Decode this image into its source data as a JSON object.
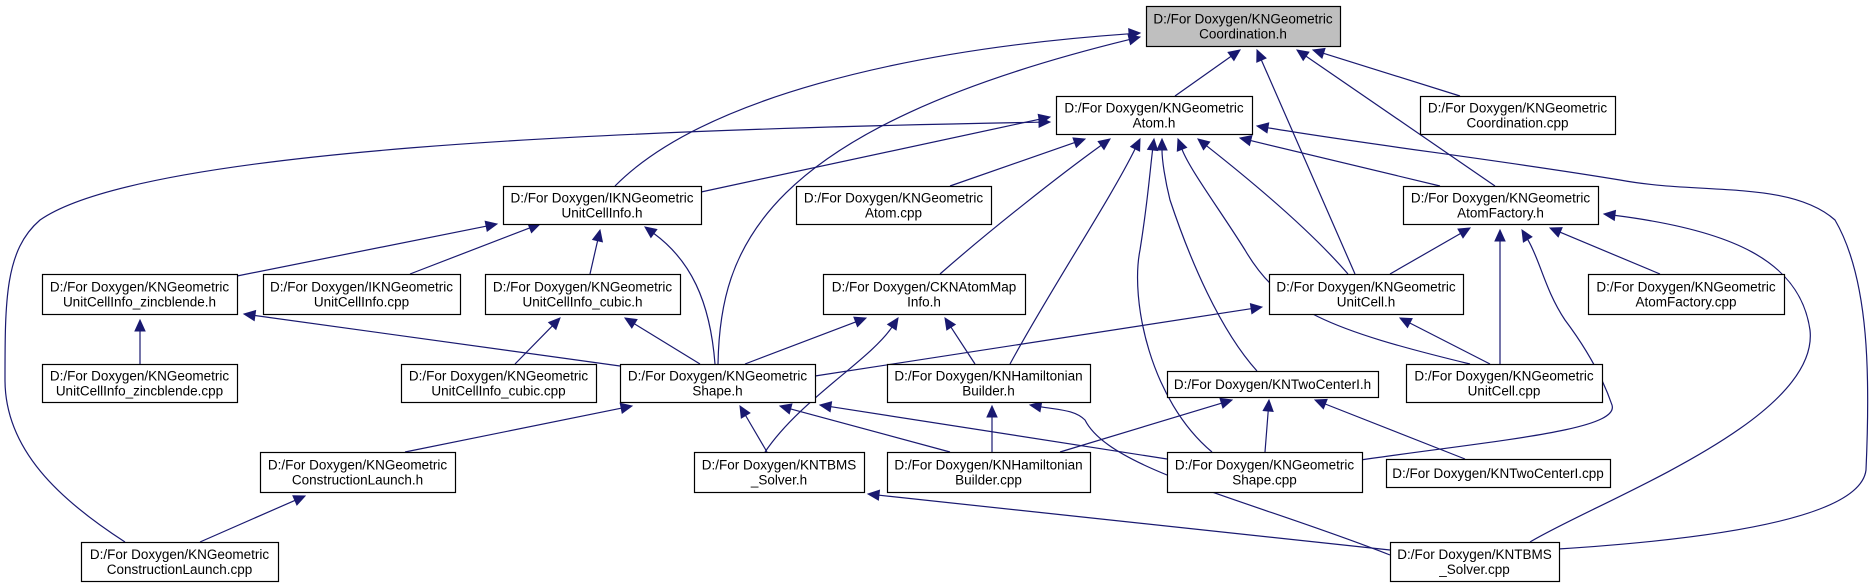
{
  "title": "Include dependency graph (included-by) for D:/For Doxygen/KNGeometricCoordination.h",
  "colors": {
    "edge": "#191970",
    "root_fill": "#bfbfbf",
    "node_fill": "#ffffff",
    "node_border": "#000000"
  },
  "nodes": [
    {
      "id": "coord_h",
      "lines": [
        "D:/For Doxygen/KNGeometric",
        "Coordination.h"
      ],
      "root": true
    },
    {
      "id": "atom_h",
      "lines": [
        "D:/For Doxygen/KNGeometric",
        "Atom.h"
      ]
    },
    {
      "id": "coord_cpp",
      "lines": [
        "D:/For Doxygen/KNGeometric",
        "Coordination.cpp"
      ]
    },
    {
      "id": "iucinfo_h",
      "lines": [
        "D:/For Doxygen/IKNGeometric",
        "UnitCellInfo.h"
      ]
    },
    {
      "id": "atom_cpp",
      "lines": [
        "D:/For Doxygen/KNGeometric",
        "Atom.cpp"
      ]
    },
    {
      "id": "atomfactory_h",
      "lines": [
        "D:/For Doxygen/KNGeometric",
        "AtomFactory.h"
      ]
    },
    {
      "id": "zinc_h",
      "lines": [
        "D:/For Doxygen/KNGeometric",
        "UnitCellInfo_zincblende.h"
      ]
    },
    {
      "id": "iucinfo_cpp",
      "lines": [
        "D:/For Doxygen/IKNGeometric",
        "UnitCellInfo.cpp"
      ]
    },
    {
      "id": "cubic_h",
      "lines": [
        "D:/For Doxygen/KNGeometric",
        "UnitCellInfo_cubic.h"
      ]
    },
    {
      "id": "atommap_h",
      "lines": [
        "D:/For Doxygen/CKNAtomMap",
        "Info.h"
      ]
    },
    {
      "id": "unitcell_h",
      "lines": [
        "D:/For Doxygen/KNGeometric",
        "UnitCell.h"
      ]
    },
    {
      "id": "atomfactory_cpp",
      "lines": [
        "D:/For Doxygen/KNGeometric",
        "AtomFactory.cpp"
      ]
    },
    {
      "id": "zinc_cpp",
      "lines": [
        "D:/For Doxygen/KNGeometric",
        "UnitCellInfo_zincblende.cpp"
      ]
    },
    {
      "id": "cubic_cpp",
      "lines": [
        "D:/For Doxygen/KNGeometric",
        "UnitCellInfo_cubic.cpp"
      ]
    },
    {
      "id": "shape_h",
      "lines": [
        "D:/For Doxygen/KNGeometric",
        "Shape.h"
      ]
    },
    {
      "id": "hambuilder_h",
      "lines": [
        "D:/For Doxygen/KNHamiltonian",
        "Builder.h"
      ]
    },
    {
      "id": "twocenter_h",
      "lines": [
        "D:/For Doxygen/KNTwoCenterI.h"
      ]
    },
    {
      "id": "unitcell_cpp",
      "lines": [
        "D:/For Doxygen/KNGeometric",
        "UnitCell.cpp"
      ]
    },
    {
      "id": "constr_h",
      "lines": [
        "D:/For Doxygen/KNGeometric",
        "ConstructionLaunch.h"
      ]
    },
    {
      "id": "solver_h",
      "lines": [
        "D:/For Doxygen/KNTBMS",
        "_Solver.h"
      ]
    },
    {
      "id": "hambuilder_cpp",
      "lines": [
        "D:/For Doxygen/KNHamiltonian",
        "Builder.cpp"
      ]
    },
    {
      "id": "shape_cpp",
      "lines": [
        "D:/For Doxygen/KNGeometric",
        "Shape.cpp"
      ]
    },
    {
      "id": "twocenter_cpp",
      "lines": [
        "D:/For Doxygen/KNTwoCenterI.cpp"
      ]
    },
    {
      "id": "constr_cpp",
      "lines": [
        "D:/For Doxygen/KNGeometric",
        "ConstructionLaunch.cpp"
      ]
    },
    {
      "id": "solver_cpp",
      "lines": [
        "D:/For Doxygen/KNTBMS",
        "_Solver.cpp"
      ]
    }
  ],
  "edges": [
    {
      "from": "atom_h",
      "to": "coord_h"
    },
    {
      "from": "coord_cpp",
      "to": "coord_h"
    },
    {
      "from": "iucinfo_h",
      "to": "coord_h"
    },
    {
      "from": "shape_h",
      "to": "coord_h"
    },
    {
      "from": "unitcell_h",
      "to": "coord_h"
    },
    {
      "from": "atomfactory_h",
      "to": "coord_h"
    },
    {
      "from": "iucinfo_h",
      "to": "atom_h"
    },
    {
      "from": "atom_cpp",
      "to": "atom_h"
    },
    {
      "from": "atommap_h",
      "to": "atom_h"
    },
    {
      "from": "hambuilder_h",
      "to": "atom_h"
    },
    {
      "from": "shape_cpp",
      "to": "atom_h"
    },
    {
      "from": "twocenter_h",
      "to": "atom_h"
    },
    {
      "from": "unitcell_cpp",
      "to": "atom_h"
    },
    {
      "from": "unitcell_h",
      "to": "atom_h"
    },
    {
      "from": "atomfactory_h",
      "to": "atom_h"
    },
    {
      "from": "constr_cpp",
      "to": "atom_h"
    },
    {
      "from": "solver_cpp",
      "to": "atom_h"
    },
    {
      "from": "zinc_h",
      "to": "iucinfo_h"
    },
    {
      "from": "iucinfo_cpp",
      "to": "iucinfo_h"
    },
    {
      "from": "cubic_h",
      "to": "iucinfo_h"
    },
    {
      "from": "shape_h",
      "to": "iucinfo_h"
    },
    {
      "from": "unitcell_h",
      "to": "atomfactory_h"
    },
    {
      "from": "unitcell_cpp",
      "to": "atomfactory_h"
    },
    {
      "from": "atomfactory_cpp",
      "to": "atomfactory_h"
    },
    {
      "from": "shape_cpp",
      "to": "atomfactory_h"
    },
    {
      "from": "solver_cpp",
      "to": "atomfactory_h"
    },
    {
      "from": "zinc_cpp",
      "to": "zinc_h"
    },
    {
      "from": "shape_h",
      "to": "zinc_h"
    },
    {
      "from": "cubic_cpp",
      "to": "cubic_h"
    },
    {
      "from": "shape_h",
      "to": "cubic_h"
    },
    {
      "from": "shape_h",
      "to": "atommap_h"
    },
    {
      "from": "solver_h",
      "to": "atommap_h"
    },
    {
      "from": "hambuilder_h",
      "to": "atommap_h"
    },
    {
      "from": "shape_h",
      "to": "unitcell_h"
    },
    {
      "from": "unitcell_cpp",
      "to": "unitcell_h"
    },
    {
      "from": "constr_h",
      "to": "shape_h"
    },
    {
      "from": "solver_h",
      "to": "shape_h"
    },
    {
      "from": "hambuilder_cpp",
      "to": "shape_h"
    },
    {
      "from": "shape_cpp",
      "to": "shape_h"
    },
    {
      "from": "hambuilder_cpp",
      "to": "hambuilder_h"
    },
    {
      "from": "solver_cpp",
      "to": "hambuilder_h"
    },
    {
      "from": "hambuilder_cpp",
      "to": "twocenter_h"
    },
    {
      "from": "shape_cpp",
      "to": "twocenter_h"
    },
    {
      "from": "twocenter_cpp",
      "to": "twocenter_h"
    },
    {
      "from": "constr_cpp",
      "to": "constr_h"
    },
    {
      "from": "solver_cpp",
      "to": "solver_h"
    }
  ]
}
